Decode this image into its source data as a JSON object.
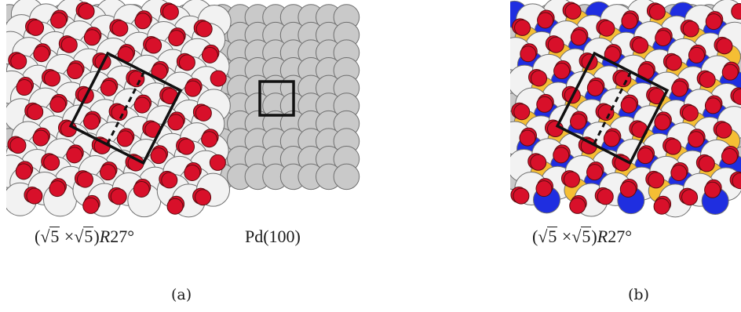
{
  "panel_a": {
    "formula": {
      "open": "(",
      "root_sign": "√",
      "radicand_1": "5",
      "times": "×",
      "radicand_2": "5",
      "close": ")",
      "R": "R",
      "angle": "27°"
    },
    "substrate_label": "Pd(100)",
    "caption": "(a)"
  },
  "panel_b": {
    "formula": {
      "open": "(",
      "root_sign": "√",
      "radicand_1": "5",
      "times": "×",
      "radicand_2": "5",
      "close": ")",
      "R": "R",
      "angle": "27°"
    },
    "caption": "(b)"
  },
  "colors": {
    "pd_atom": "#c9c9c9",
    "pd_atom_stroke": "#6f6f6f",
    "top_atom": "#f2f2f2",
    "oxygen": "#d8102a",
    "blue": "#1f2ee0",
    "yellow": "#f5be34",
    "cell_stroke": "#111111"
  }
}
